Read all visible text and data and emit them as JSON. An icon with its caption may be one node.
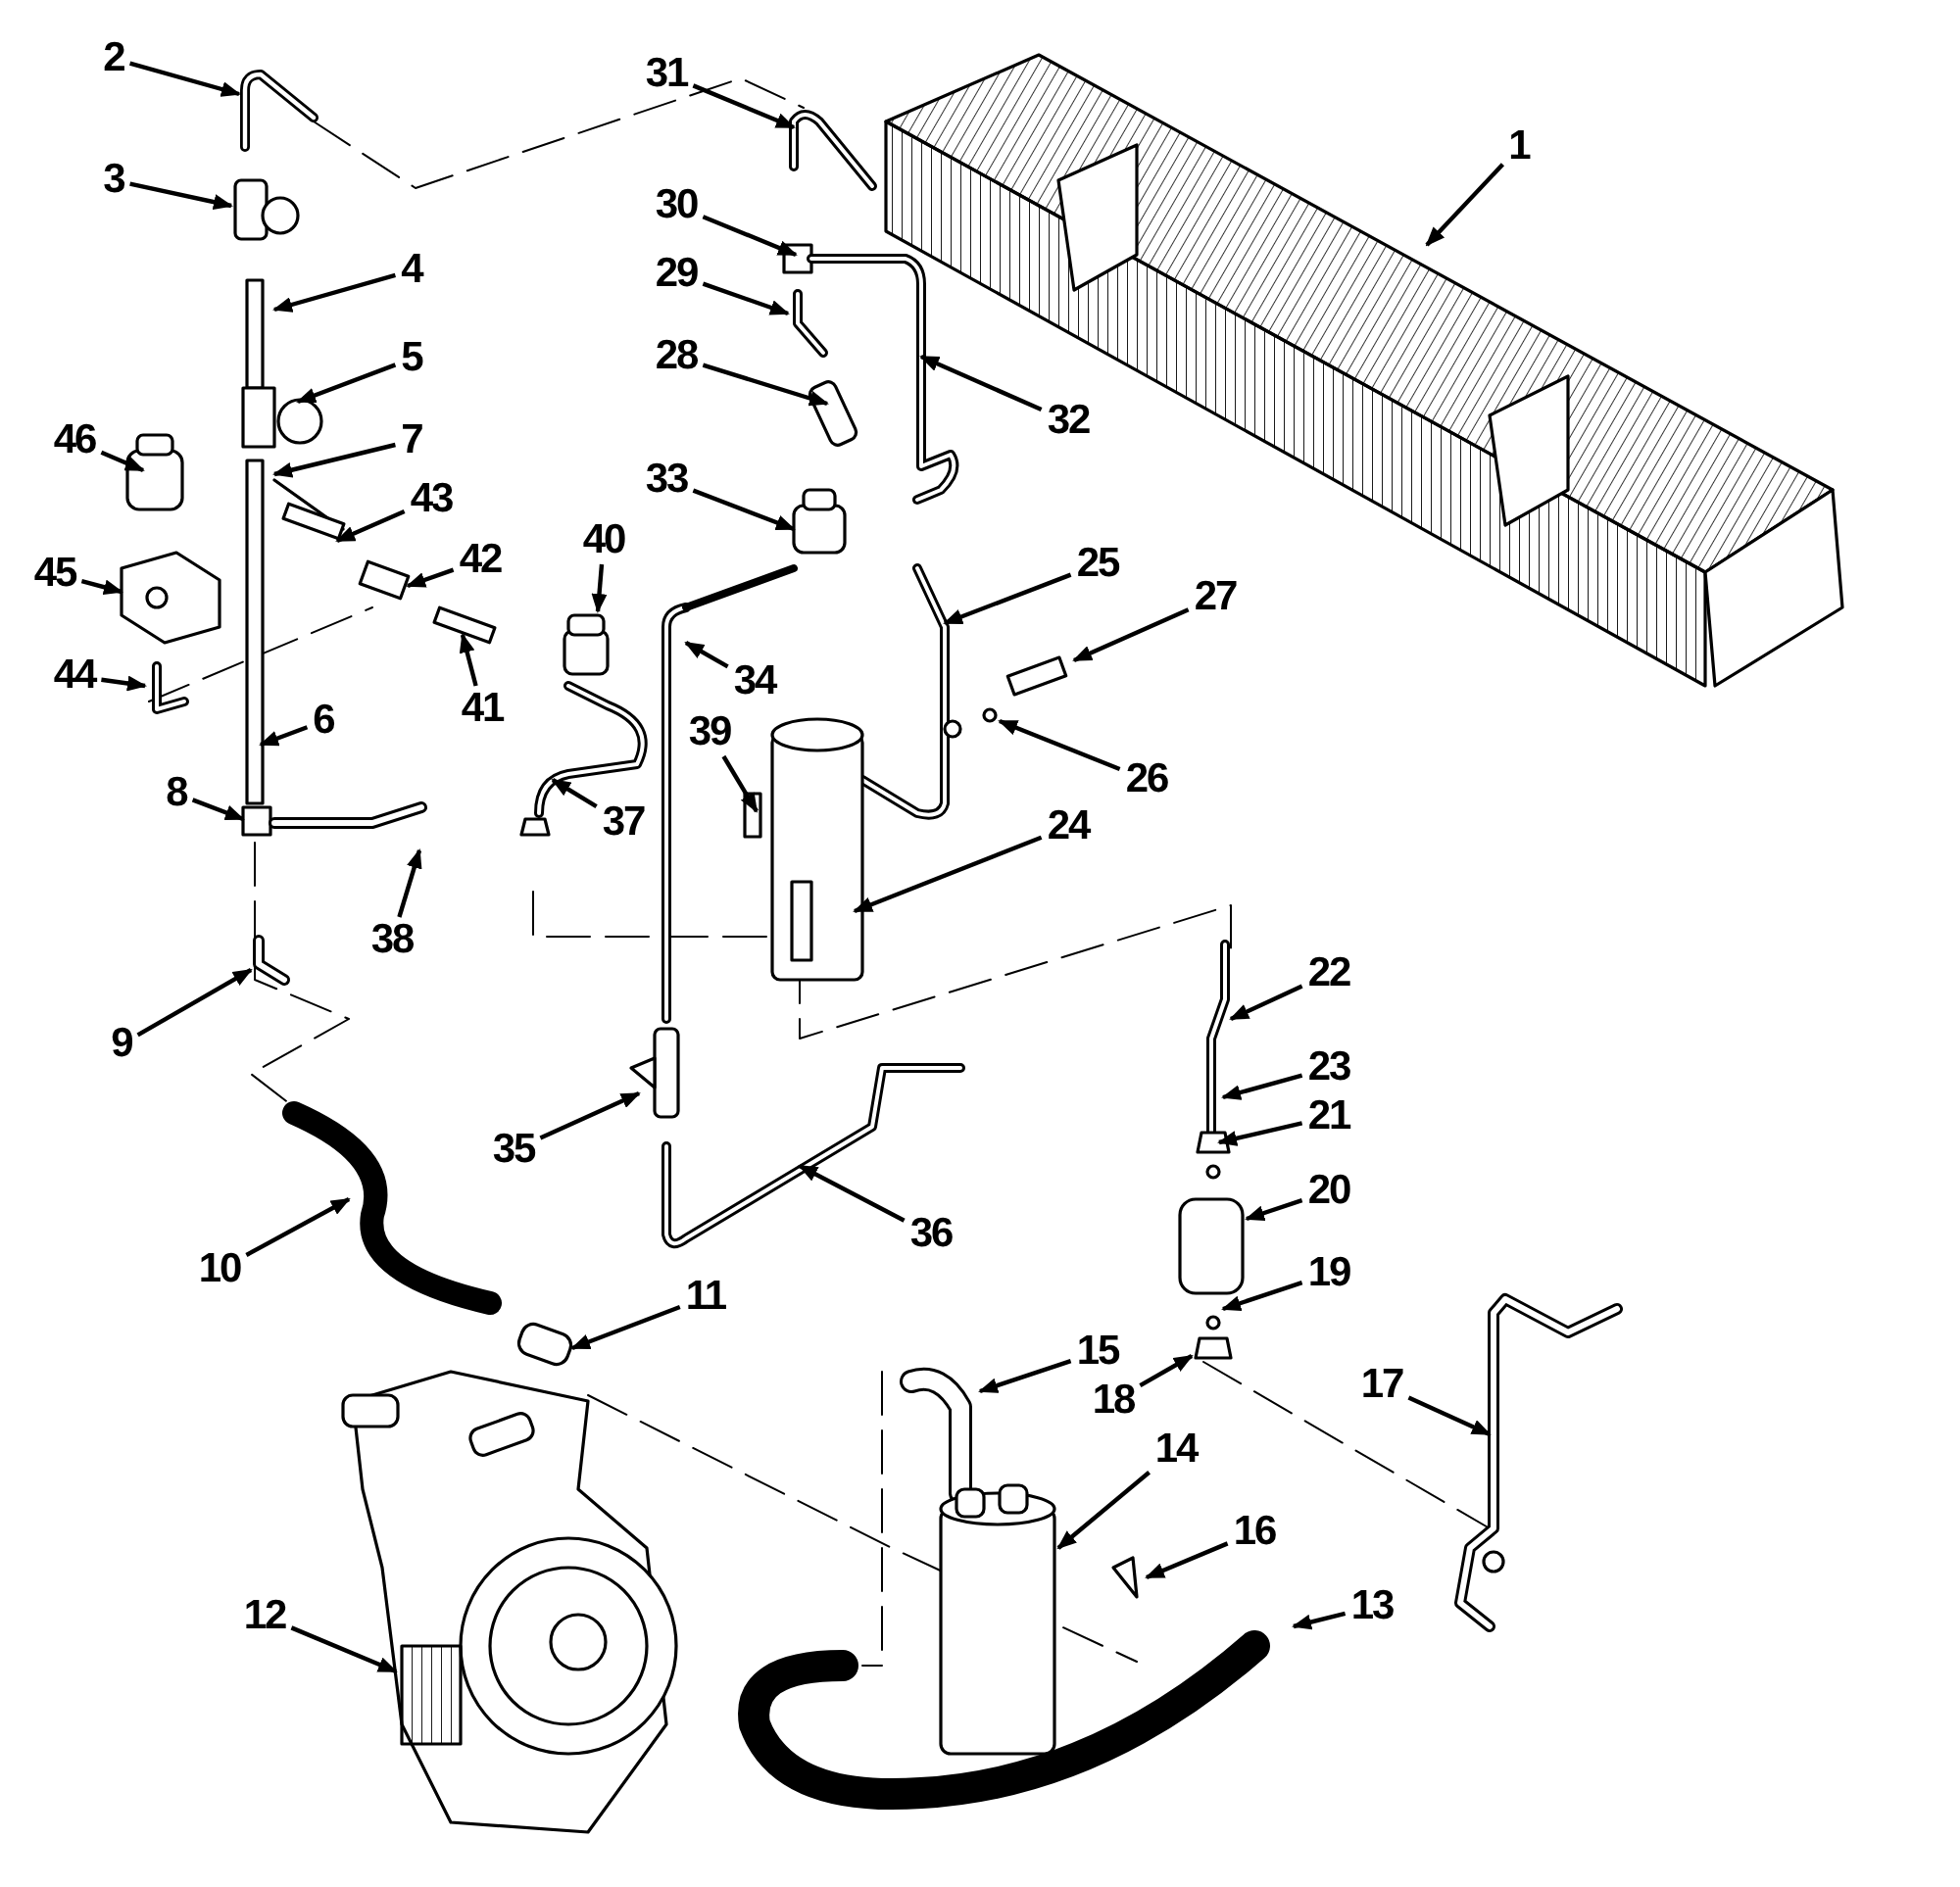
{
  "diagram": {
    "nodes": [
      {
        "text": [
          "1"
        ]
      },
      {
        "text": [
          "2"
        ]
      },
      {
        "text": [
          "3"
        ]
      },
      {
        "text": [
          "4"
        ]
      },
      {
        "text": [
          "5"
        ]
      },
      {
        "text": [
          "6"
        ]
      },
      {
        "text": [
          "7"
        ]
      },
      {
        "text": [
          "8"
        ]
      },
      {
        "text": [
          "9"
        ]
      },
      {
        "text": [
          "10"
        ]
      },
      {
        "text": [
          "11"
        ]
      },
      {
        "text": [
          "12"
        ]
      },
      {
        "text": [
          "13"
        ]
      },
      {
        "text": [
          "14"
        ]
      },
      {
        "text": [
          "15"
        ]
      },
      {
        "text": [
          "16"
        ]
      },
      {
        "text": [
          "17"
        ]
      },
      {
        "text": [
          "18"
        ]
      },
      {
        "text": [
          "19"
        ]
      },
      {
        "text": [
          "20"
        ]
      },
      {
        "text": [
          "21"
        ]
      },
      {
        "text": [
          "22"
        ]
      },
      {
        "text": [
          "23"
        ]
      },
      {
        "text": [
          "24"
        ]
      },
      {
        "text": [
          "25"
        ]
      },
      {
        "text": [
          "26"
        ]
      },
      {
        "text": [
          "27"
        ]
      },
      {
        "text": [
          "28"
        ]
      },
      {
        "text": [
          "29"
        ]
      },
      {
        "text": [
          "30"
        ]
      },
      {
        "text": [
          "31"
        ]
      },
      {
        "text": [
          "32"
        ]
      },
      {
        "text": [
          "33"
        ]
      },
      {
        "text": [
          "34"
        ]
      },
      {
        "text": [
          "35"
        ]
      },
      {
        "text": [
          "36"
        ]
      },
      {
        "text": [
          "37"
        ]
      },
      {
        "text": [
          "38"
        ]
      },
      {
        "text": [
          "39"
        ]
      },
      {
        "text": [
          "40"
        ]
      },
      {
        "text": [
          "41"
        ]
      },
      {
        "text": [
          "42"
        ]
      },
      {
        "text": [
          "43"
        ]
      },
      {
        "text": [
          "44"
        ]
      },
      {
        "text": [
          "45"
        ]
      },
      {
        "text": [
          "46"
        ]
      }
    ],
    "edges": [
      {
        "from": 0,
        "to": null,
        "arrow": "to"
      },
      {
        "from": 1,
        "to": null,
        "arrow": "to"
      },
      {
        "from": 2,
        "to": null,
        "arrow": "to"
      },
      {
        "from": 3,
        "to": null,
        "arrow": "to"
      },
      {
        "from": 4,
        "to": null,
        "arrow": "to"
      },
      {
        "from": 5,
        "to": null,
        "arrow": "to"
      },
      {
        "from": 6,
        "to": null,
        "arrow": "to"
      },
      {
        "from": 7,
        "to": null,
        "arrow": "to"
      },
      {
        "from": 8,
        "to": null,
        "arrow": "to"
      },
      {
        "from": 9,
        "to": null,
        "arrow": "to"
      },
      {
        "from": 10,
        "to": null,
        "arrow": "to"
      },
      {
        "from": 11,
        "to": null,
        "arrow": "to"
      },
      {
        "from": 12,
        "to": null,
        "arrow": "to"
      },
      {
        "from": 13,
        "to": null,
        "arrow": "to"
      },
      {
        "from": 14,
        "to": null,
        "arrow": "to"
      },
      {
        "from": 15,
        "to": null,
        "arrow": "to"
      },
      {
        "from": 16,
        "to": null,
        "arrow": "to"
      },
      {
        "from": 17,
        "to": null,
        "arrow": "to"
      },
      {
        "from": 18,
        "to": null,
        "arrow": "to"
      },
      {
        "from": 19,
        "to": null,
        "arrow": "to"
      },
      {
        "from": 20,
        "to": null,
        "arrow": "to"
      },
      {
        "from": 21,
        "to": null,
        "arrow": "to"
      },
      {
        "from": 22,
        "to": null,
        "arrow": "to"
      },
      {
        "from": 23,
        "to": null,
        "arrow": "to"
      },
      {
        "from": 24,
        "to": null,
        "arrow": "to"
      },
      {
        "from": 25,
        "to": null,
        "arrow": "to"
      },
      {
        "from": 26,
        "to": null,
        "arrow": "to"
      },
      {
        "from": 27,
        "to": null,
        "arrow": "to"
      },
      {
        "from": 28,
        "to": null,
        "arrow": "to"
      },
      {
        "from": 29,
        "to": null,
        "arrow": "to"
      },
      {
        "from": 30,
        "to": null,
        "arrow": "to"
      },
      {
        "from": 31,
        "to": null,
        "arrow": "to"
      },
      {
        "from": 32,
        "to": null,
        "arrow": "to"
      },
      {
        "from": 33,
        "to": null,
        "arrow": "to"
      },
      {
        "from": 34,
        "to": null,
        "arrow": "to"
      },
      {
        "from": 35,
        "to": null,
        "arrow": "to"
      },
      {
        "from": 36,
        "to": null,
        "arrow": "to"
      },
      {
        "from": 37,
        "to": null,
        "arrow": "to"
      },
      {
        "from": 38,
        "to": null,
        "arrow": "to"
      },
      {
        "from": 39,
        "to": null,
        "arrow": "to"
      },
      {
        "from": 40,
        "to": null,
        "arrow": "to"
      },
      {
        "from": 41,
        "to": null,
        "arrow": "to"
      },
      {
        "from": 42,
        "to": null,
        "arrow": "to"
      },
      {
        "from": 43,
        "to": null,
        "arrow": "to"
      },
      {
        "from": 44,
        "to": null,
        "arrow": "to"
      },
      {
        "from": 45,
        "to": null,
        "arrow": "to"
      }
    ]
  }
}
